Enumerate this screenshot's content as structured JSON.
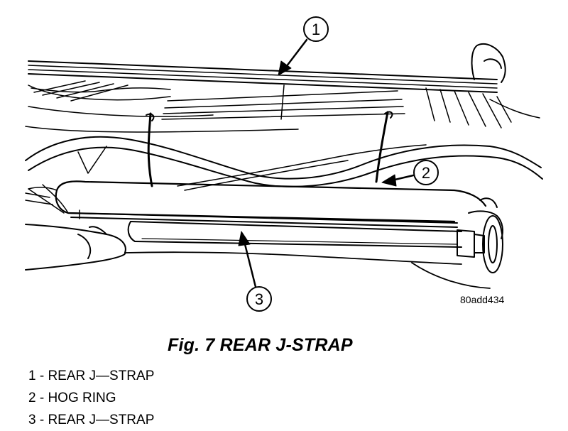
{
  "figure": {
    "id_code": "80add434",
    "caption": "Fig. 7 REAR J-STRAP",
    "callouts": [
      {
        "number": "1",
        "label": "1 - REAR J—STRAP"
      },
      {
        "number": "2",
        "label": "2 - HOG RING"
      },
      {
        "number": "3",
        "label": "3 - REAR J—STRAP"
      }
    ]
  }
}
